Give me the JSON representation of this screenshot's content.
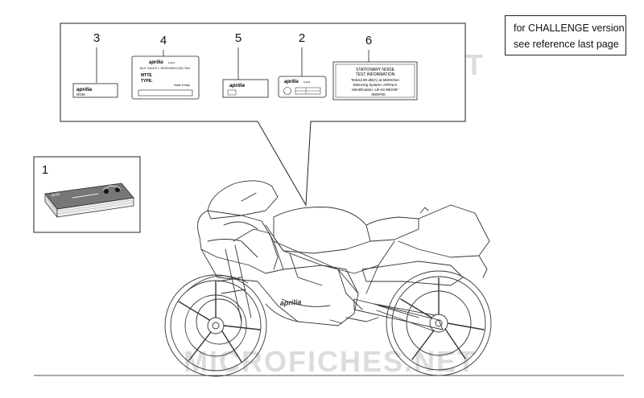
{
  "note": {
    "line1": "for CHALLENGE version",
    "line2": "see reference last page"
  },
  "watermark": "MICROFICHES.NET",
  "callouts": [
    {
      "number": "1",
      "part": "owner-manual"
    },
    {
      "number": "2",
      "part": "plate"
    },
    {
      "number": "3",
      "part": "decal"
    },
    {
      "number": "4",
      "part": "plate"
    },
    {
      "number": "5",
      "part": "decal"
    },
    {
      "number": "6",
      "part": "noise-plate"
    }
  ],
  "labels": {
    "decal3": {
      "brand": "aprilia",
      "sub": "DGM"
    },
    "plate4": {
      "brand": "aprilia",
      "brand_suffix": "s.p.a.",
      "address": "Via G. GALILEI 1, 30033 NOALE (VE) ITALY",
      "line1": "MTTE",
      "line2": "TYPE:",
      "origin": "made in Italy"
    },
    "decal5": {
      "brand": "aprilia"
    },
    "plate2": {
      "brand": "aprilia",
      "brand_suffix": "s.p.a."
    },
    "plate6": {
      "title1": "STATIONARY NOISE",
      "title2": "TEST INFORMATION",
      "line1": "Tested 89 dB(A) at 5500r/min",
      "line2": "Silencing System: APRILIA",
      "line3": "Identification: LD-e3 89/235*",
      "line4": "0009*00"
    },
    "manual": {
      "brand": "aprilia"
    },
    "fairing_logo": "aprilia"
  },
  "colors": {
    "line": "#222222",
    "watermark": "#d9d9d9",
    "manual_cover": "#555555"
  }
}
